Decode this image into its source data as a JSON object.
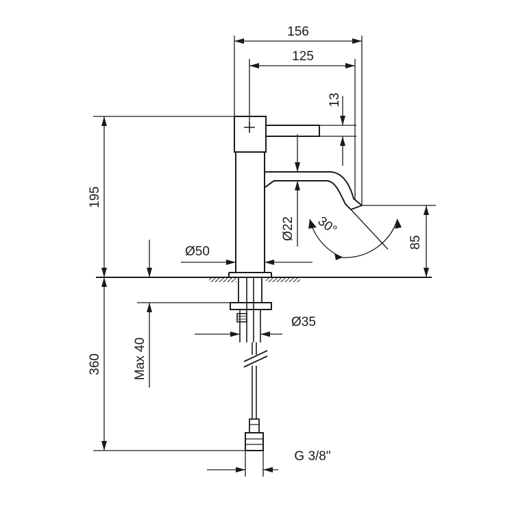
{
  "dimensions": {
    "overall_width": "156",
    "spout_reach": "125",
    "handle_offset": "13",
    "total_height": "195",
    "spout_diameter": "Ø22",
    "spout_angle": "30°",
    "spout_height": "85",
    "base_diameter": "Ø50",
    "shank_diameter": "Ø35",
    "max_thickness": "Max 40",
    "hose_length": "360",
    "connection": "G 3/8\""
  }
}
